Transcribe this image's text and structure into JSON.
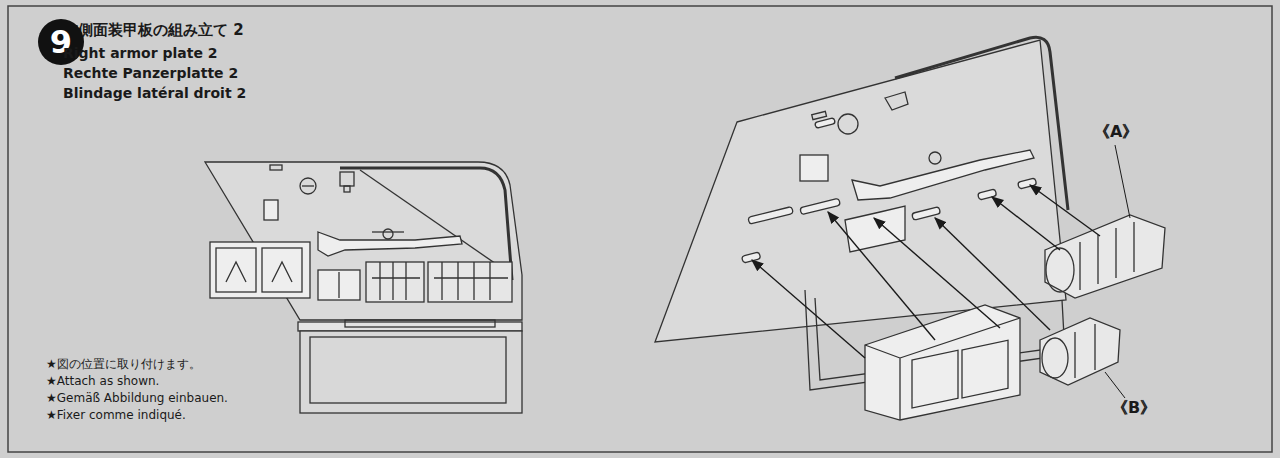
{
  "diagram": {
    "title": "右側面装甲板の組み立て 2",
    "nodes": [
      {
        "text": [
          "9"
        ]
      }
    ],
    "labels": [
      "Right armor plate 2",
      "Rechte Panzerplatte 2",
      "Blindage latéral droit 2",
      "★図の位置に取り付けます。",
      "★Attach as shown.",
      "★Gemäß Abbildung einbauen.",
      "★Fixer comme indiqué.",
      "《A》",
      "《B》"
    ]
  }
}
